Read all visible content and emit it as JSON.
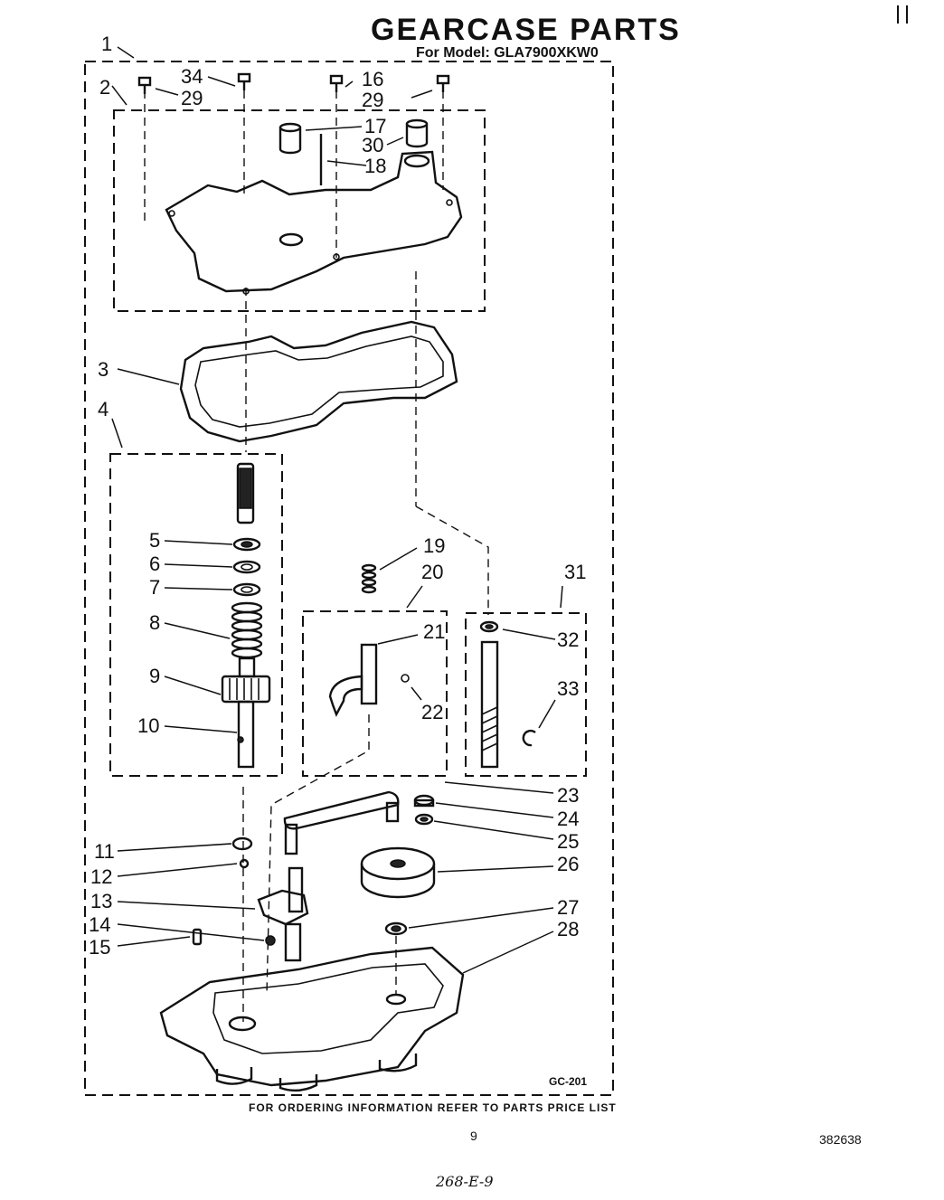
{
  "header": {
    "title": "GEARCASE PARTS",
    "subtitle": "For Model: GLA7900XKW0"
  },
  "diagram": {
    "code": "GC-201",
    "callouts": [
      "1",
      "2",
      "3",
      "4",
      "5",
      "6",
      "7",
      "8",
      "9",
      "10",
      "11",
      "12",
      "13",
      "14",
      "15",
      "16",
      "17",
      "18",
      "19",
      "20",
      "21",
      "22",
      "23",
      "24",
      "25",
      "26",
      "27",
      "28",
      "29",
      "29",
      "30",
      "31",
      "32",
      "33",
      "34"
    ]
  },
  "footer": {
    "ordering_note": "FOR ORDERING INFORMATION REFER TO PARTS PRICE LIST",
    "page_number": "9",
    "document_number": "382638",
    "handwritten_note": "268-E-9"
  }
}
